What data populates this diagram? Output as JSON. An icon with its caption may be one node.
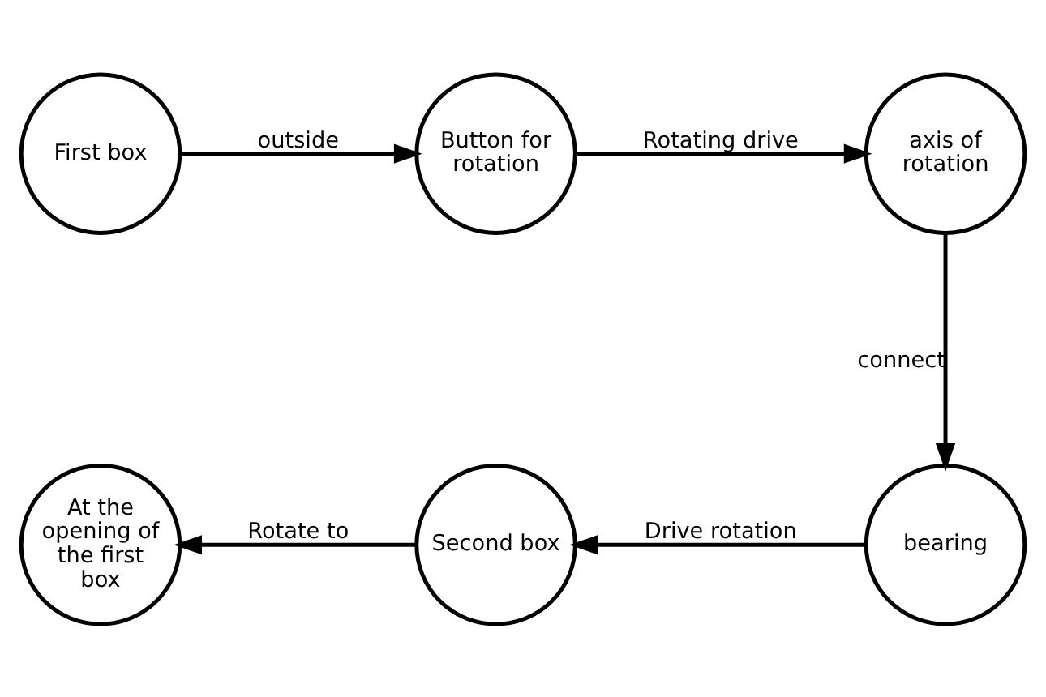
{
  "diagram": {
    "nodes": [
      {
        "text": [
          "First box"
        ]
      },
      {
        "text": [
          "Button for rotation"
        ]
      },
      {
        "text": [
          "axis of rotation"
        ]
      },
      {
        "text": [
          "bearing"
        ]
      },
      {
        "text": [
          "Second box"
        ]
      },
      {
        "text": [
          "At the opening of the first box"
        ]
      }
    ],
    "edges": [
      {
        "from": 0,
        "to": 1,
        "arrow": "to",
        "label": "outside"
      },
      {
        "from": 1,
        "to": 2,
        "arrow": "to",
        "label": "Rotating drive"
      },
      {
        "from": 2,
        "to": 3,
        "arrow": "to",
        "label": "connect"
      },
      {
        "from": 3,
        "to": 4,
        "arrow": "to",
        "label": "Drive rotation"
      },
      {
        "from": 4,
        "to": 5,
        "arrow": "to",
        "label": "Rotate to"
      }
    ]
  }
}
